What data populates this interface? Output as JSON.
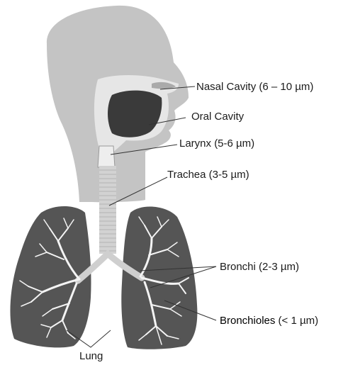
{
  "labels": {
    "nasal_cavity": "Nasal Cavity (6 – 10 µm)",
    "oral_cavity": "Oral Cavity",
    "larynx": "Larynx (5-6 µm)",
    "trachea": "Trachea (3-5 µm)",
    "bronchi": "Bronchi (2-3 µm)",
    "bronchioles_name": "Bronchioles",
    "bronchioles_size": " (< 1 µm)",
    "lung": "Lung"
  },
  "colors": {
    "head_silhouette": "#c4c4c4",
    "lung_fill": "#555555",
    "trachea_fill": "#d2d2d2",
    "airway_branches": "#f4f4f4",
    "cavity_dark": "#3a3a3a",
    "leader_lines": "#333333"
  }
}
